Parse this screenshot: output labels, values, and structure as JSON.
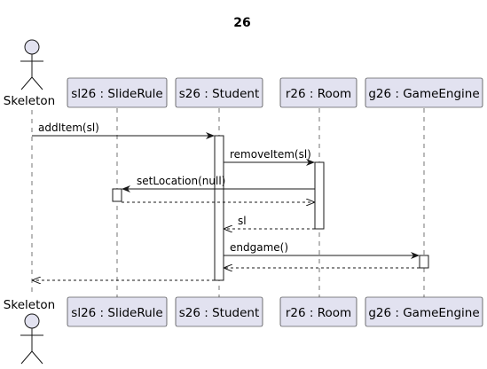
{
  "title": "26",
  "colors": {
    "participant_fill": "#e2e2f0",
    "participant_border": "#181818",
    "lifeline": "#181818",
    "activation_fill": "#ffffff",
    "arrow": "#181818",
    "background": "#ffffff"
  },
  "actor": {
    "label": "Skeleton",
    "icon": "stick-figure-icon"
  },
  "participants": [
    {
      "id": "sl26",
      "label": "sl26 : SlideRule"
    },
    {
      "id": "s26",
      "label": "s26 : Student"
    },
    {
      "id": "r26",
      "label": "r26 : Room"
    },
    {
      "id": "g26",
      "label": "g26 : GameEngine"
    }
  ],
  "messages": [
    {
      "from": "Skeleton",
      "to": "s26",
      "label": "addItem(sl)",
      "style": "solid"
    },
    {
      "from": "s26",
      "to": "r26",
      "label": "removeItem(sl)",
      "style": "solid"
    },
    {
      "from": "r26",
      "to": "sl26",
      "label": "setLocation(null)",
      "style": "solid"
    },
    {
      "from": "sl26",
      "to": "r26",
      "label": "",
      "style": "dashed"
    },
    {
      "from": "r26",
      "to": "s26",
      "label": "sl",
      "style": "dashed"
    },
    {
      "from": "s26",
      "to": "g26",
      "label": "endgame()",
      "style": "solid"
    },
    {
      "from": "g26",
      "to": "s26",
      "label": "",
      "style": "dashed"
    },
    {
      "from": "s26",
      "to": "Skeleton",
      "label": "",
      "style": "dashed"
    }
  ]
}
